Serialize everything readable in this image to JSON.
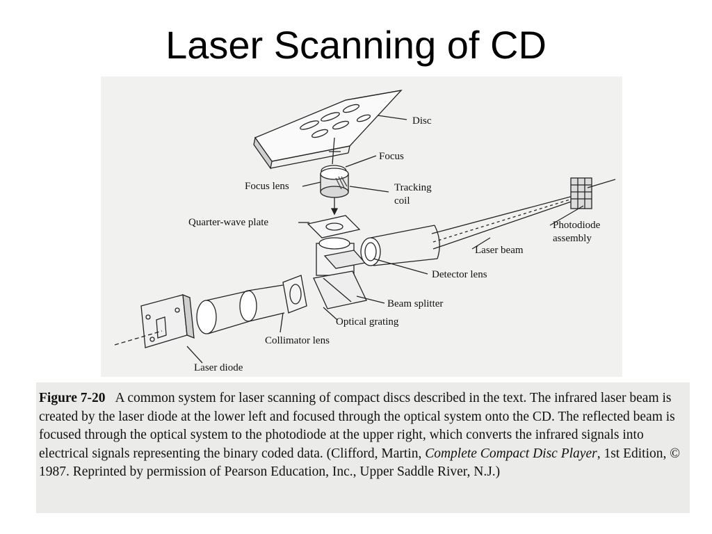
{
  "slide": {
    "title": "Laser Scanning of CD"
  },
  "diagram": {
    "labels": {
      "disc": "Disc",
      "focus": "Focus",
      "focus_lens": "Focus lens",
      "tracking_coil": "Tracking coil",
      "quarter_wave_plate": "Quarter-wave plate",
      "photodiode_assembly": "Photodiode assembly",
      "laser_beam": "Laser beam",
      "detector_lens": "Detector lens",
      "beam_splitter": "Beam splitter",
      "optical_grating": "Optical grating",
      "collimator_lens": "Collimator lens",
      "laser_diode": "Laser diode"
    }
  },
  "caption": {
    "figure_number": "Figure 7-20",
    "text_1": "A common system for laser scanning of compact discs described in the text. The infrared laser beam is created by the laser diode at the lower left and focused through the optical system onto the CD. The reflected beam is focused through the optical system to the photodiode at the upper right, which converts the infrared signals into electrical signals representing the binary coded data. (Clifford, Martin, ",
    "book_title": "Complete Compact Disc Player",
    "text_2": ", 1st Edition, © 1987. Reprinted by permission of Pearson Education, Inc., Upper Saddle River, N.J.)"
  }
}
